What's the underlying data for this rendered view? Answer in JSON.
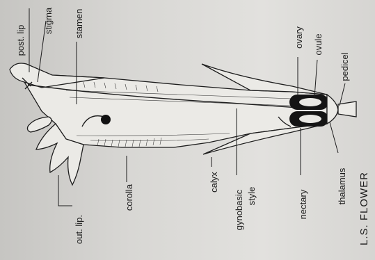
{
  "caption": "L.S. FLOWER",
  "labels": {
    "post_lip": "post. lip",
    "stigma": "stigma",
    "stamen": "stamen",
    "ovary": "ovary",
    "ovule": "ovule",
    "pedicel": "pedicel",
    "out_lip": "out. lip.",
    "corolla": "corolla",
    "calyx": "calyx",
    "gynobasic": "gynobasic",
    "style": "style",
    "nectary": "nectary",
    "thalamus": "thalamus"
  }
}
